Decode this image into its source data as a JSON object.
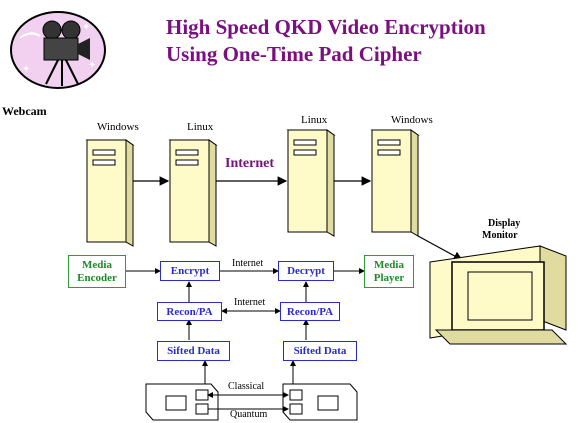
{
  "title": {
    "line1": "High Speed QKD Video Encryption",
    "line2": "Using One-Time Pad Cipher"
  },
  "labels": {
    "webcam": "Webcam",
    "server1_os": "Windows",
    "server2_os": "Linux",
    "server3_os": "Linux",
    "server4_os": "Windows",
    "internet_main": "Internet",
    "display_line1": "Display",
    "display_line2": "Monitor",
    "internet_encrypt": "Internet",
    "internet_recon": "Internet",
    "classical": "Classical",
    "quantum": "Quantum"
  },
  "boxes": {
    "media_encoder_line1": "Media",
    "media_encoder_line2": "Encoder",
    "encrypt": "Encrypt",
    "decrypt": "Decrypt",
    "media_player_line1": "Media",
    "media_player_line2": "Player",
    "recon_left": "Recon/PA",
    "recon_right": "Recon/PA",
    "sifted_left": "Sifted Data",
    "sifted_right": "Sifted Data"
  },
  "colors": {
    "title": "#7a1080",
    "box_blue": "#2b2bd0",
    "box_green": "#2e9a3c",
    "server_fill": "#fffbc8"
  }
}
